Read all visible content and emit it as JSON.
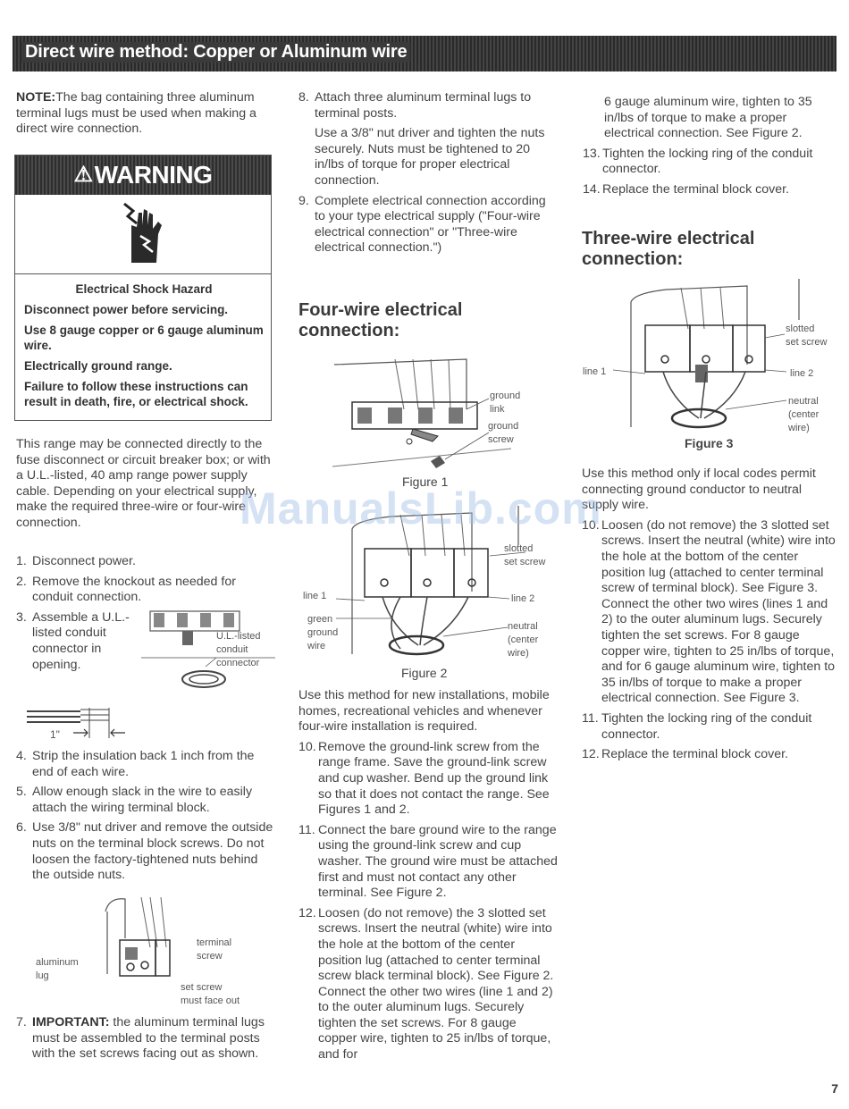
{
  "banner": {
    "title": "Direct wire method: Copper or Aluminum wire"
  },
  "note": {
    "label": "NOTE:",
    "text": "The bag containing three aluminum terminal lugs must be used when making a direct wire connection."
  },
  "warning": {
    "title": "WARNING",
    "hazard": "Electrical Shock Hazard",
    "line1": "Disconnect power before servicing.",
    "line2": "Use 8 gauge copper or 6 gauge aluminum wire.",
    "line3": "Electrically ground range.",
    "line4": "Failure to follow these instructions can result in death, fire, or electrical shock."
  },
  "intro": "This range may be connected directly to the fuse disconnect or circuit breaker box; or with a U.L.-listed, 40 amp range power supply cable. Depending on your electrical supply, make the required three-wire or four-wire connection.",
  "steps_left": [
    {
      "num": "1.",
      "text": "Disconnect power."
    },
    {
      "num": "2.",
      "text": "Remove the knockout as needed for conduit connection."
    },
    {
      "num": "3.",
      "text": "Assemble a U.L.-listed conduit connector in opening."
    },
    {
      "num": "4.",
      "text": "Strip the insulation back 1 inch from the end of each wire."
    },
    {
      "num": "5.",
      "text": "Allow enough slack in the wire to easily attach the wiring terminal block."
    },
    {
      "num": "6.",
      "text": "Use 3/8\" nut driver and remove the outside nuts on the terminal block screws. Do not loosen the factory-tightened nuts behind the outside nuts."
    }
  ],
  "step7": {
    "num": "7.",
    "label": "IMPORTANT:",
    "text": " the aluminum terminal lugs must be assembled to the terminal posts with the set screws facing out as shown."
  },
  "fig_labels": {
    "ul_listed": "U.L.-listed",
    "conduit": "conduit",
    "connector": "connector",
    "one_inch": "1\"",
    "terminal": "terminal",
    "screw": "screw",
    "aluminum": "aluminum",
    "lug": "lug",
    "set_screw": "set screw",
    "must_face_out": "must face out",
    "ground": "ground",
    "link": "link",
    "ground2": "ground",
    "screw2": "screw",
    "slotted": "slotted",
    "set_screw2": "set screw",
    "line1": "line 1",
    "line2": "line 2",
    "green": "green",
    "ground3": "ground",
    "wire": "wire",
    "neutral": "neutral",
    "center": "(center",
    "wire_close": "wire)",
    "slotted3": "slotted",
    "set_screw3": "set screw",
    "line1_3": "line 1",
    "line2_3": "line 2",
    "neutral3": "neutral",
    "center3": "(center",
    "wire3": "wire)"
  },
  "middle": {
    "step8": {
      "num": "8.",
      "text": "Attach three aluminum terminal lugs to terminal posts."
    },
    "step8b": "Use a 3/8\" nut driver and tighten the nuts securely. Nuts must be tightened to 20 in/lbs of torque for proper electrical connection.",
    "step9": {
      "num": "9.",
      "text": "Complete electrical connection according to your type electrical supply (\"Four-wire electrical connection\" or \"Three-wire electrical connection.\")"
    },
    "heading": "Four-wire electrical connection:",
    "figure1": "Figure 1",
    "figure2": "Figure 2",
    "intro": "Use this method for new installations, mobile homes, recreational vehicles and whenever four-wire installation is required.",
    "steps": [
      {
        "num": "10.",
        "text": "Remove the ground-link screw from the range frame. Save the ground-link screw and cup washer. Bend up the ground link so that it does not contact the range. See Figures 1 and 2."
      },
      {
        "num": "11.",
        "text": "Connect the bare ground wire to the range using the ground-link screw and cup washer. The ground wire must be attached first and must not contact any other terminal. See Figure 2."
      },
      {
        "num": "12.",
        "text": "Loosen (do not remove) the 3 slotted set screws. Insert the neutral (white) wire into the hole at the bottom of the center position lug (attached to center terminal screw black terminal block). See Figure 2. Connect the other two wires (line 1 and 2) to the outer aluminum lugs. Securely tighten the set screws. For 8 gauge copper wire, tighten to 25 in/lbs of torque, and for"
      }
    ]
  },
  "right": {
    "cont": "6 gauge aluminum wire, tighten to 35 in/lbs of torque to make a proper electrical connection. See Figure 2.",
    "steps_top": [
      {
        "num": "13.",
        "text": "Tighten the locking ring of the conduit connector."
      },
      {
        "num": "14.",
        "text": "Replace the terminal block cover."
      }
    ],
    "heading": "Three-wire electrical connection:",
    "figure3": "Figure 3",
    "intro": "Use this method only if local codes permit connecting ground conductor to neutral supply wire.",
    "steps": [
      {
        "num": "10.",
        "text": "Loosen (do not remove) the 3 slotted set screws. Insert the neutral (white) wire into the hole at the bottom of the center position lug (attached to center terminal screw of terminal block). See Figure 3. Connect the other two wires (lines 1 and 2) to the outer aluminum lugs. Securely tighten the set screws. For 8 gauge copper wire, tighten to 25 in/lbs of torque, and for 6 gauge aluminum wire, tighten to 35 in/lbs of torque to make a proper electrical connection. See Figure 3."
      },
      {
        "num": "11.",
        "text": "Tighten the locking ring of the conduit connector."
      },
      {
        "num": "12.",
        "text": "Replace the terminal block cover."
      }
    ]
  },
  "watermark": "ManualsLib.com",
  "page_number": "7"
}
